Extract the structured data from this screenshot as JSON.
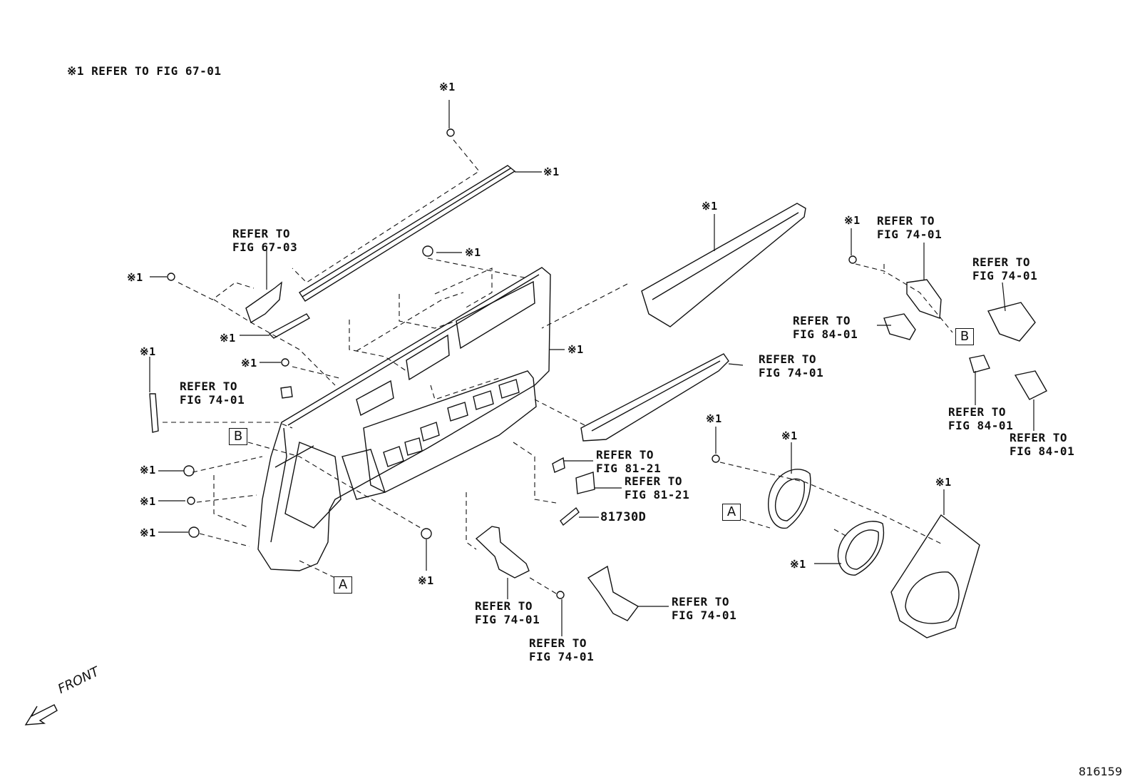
{
  "note": "※1 REFER TO FIG 67-01",
  "mark": "※1",
  "refer": "REFER TO",
  "fig": {
    "f6703": "FIG 67-03",
    "f7401": "FIG 74-01",
    "f8121": "FIG 81-21",
    "f8401": "FIG 84-01"
  },
  "part_number": "81730D",
  "box_a": "A",
  "box_b": "B",
  "front": "FRONT",
  "figure_id": "816159"
}
